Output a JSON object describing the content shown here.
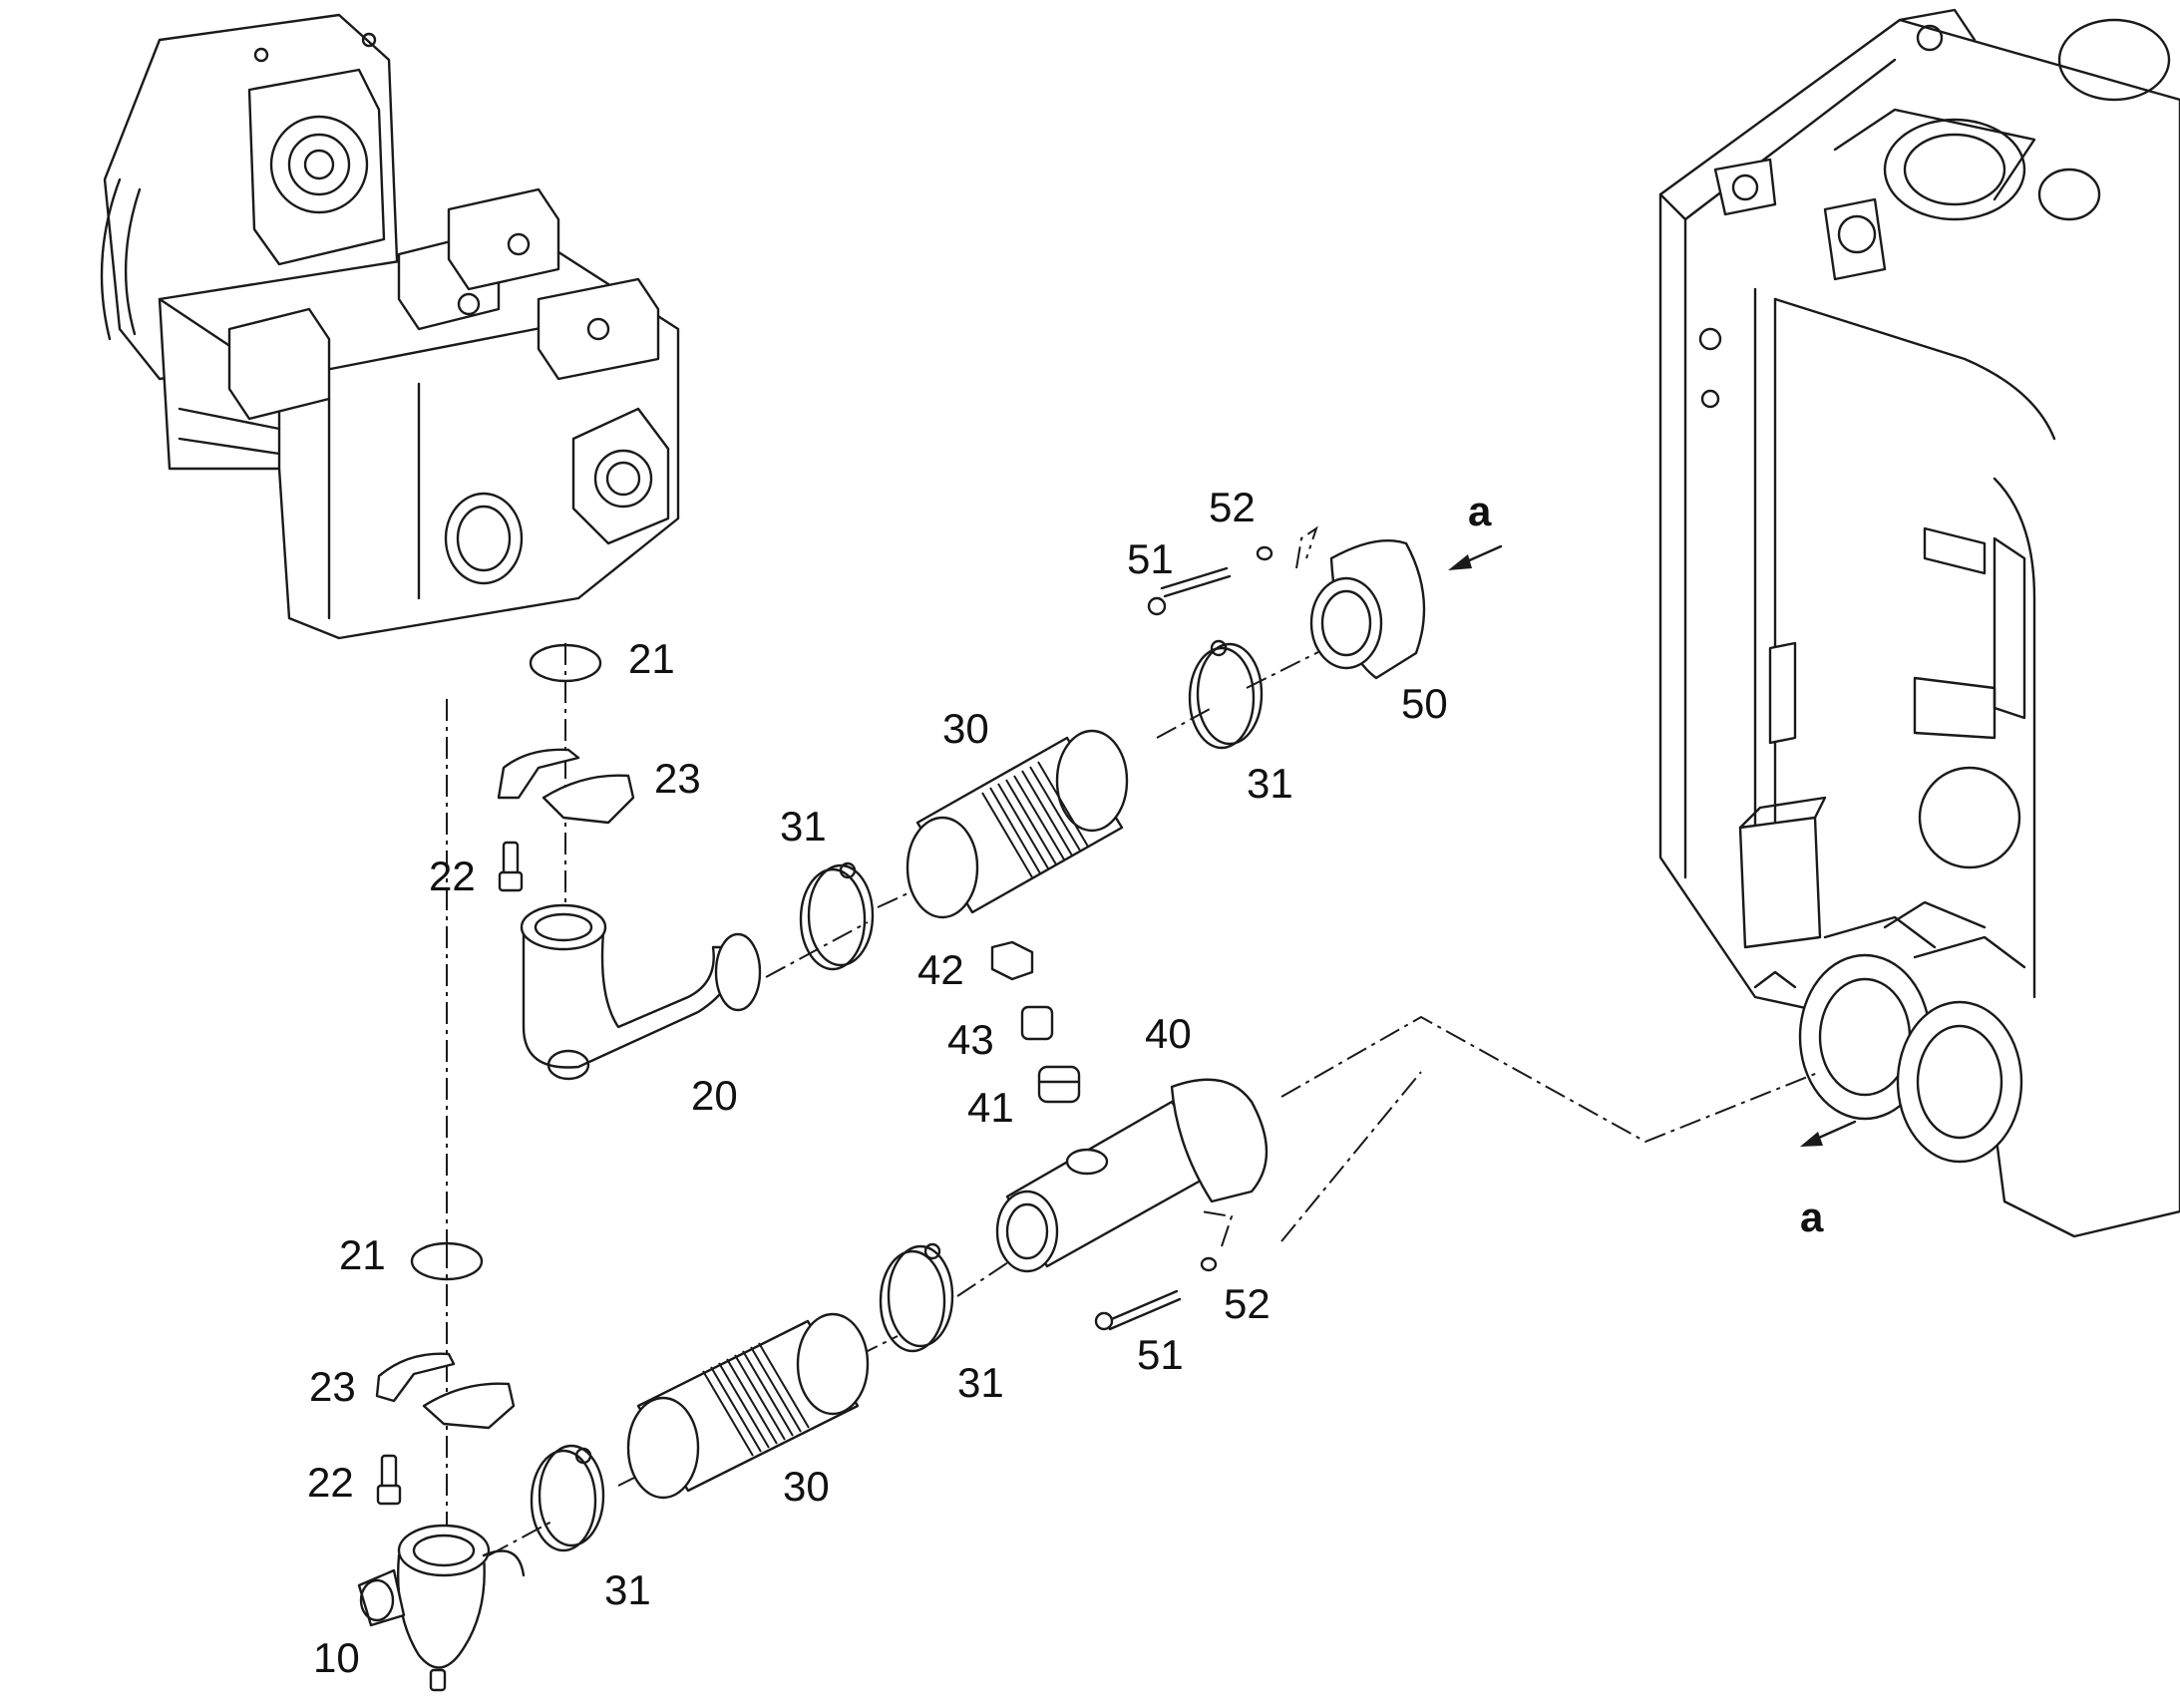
{
  "callouts": {
    "c10": "10",
    "c20": "20",
    "c21_top": "21",
    "c21_bot": "21",
    "c22_top": "22",
    "c22_bot": "22",
    "c23_top": "23",
    "c23_bot": "23",
    "c30_top": "30",
    "c30_bot": "30",
    "c31_a": "31",
    "c31_b": "31",
    "c31_c": "31",
    "c31_d": "31",
    "c40": "40",
    "c41": "41",
    "c42": "42",
    "c43": "43",
    "c50": "50",
    "c51_top": "51",
    "c51_bot": "51",
    "c52_top": "52",
    "c52_bot": "52",
    "a_top": "a",
    "a_bot": "a"
  }
}
